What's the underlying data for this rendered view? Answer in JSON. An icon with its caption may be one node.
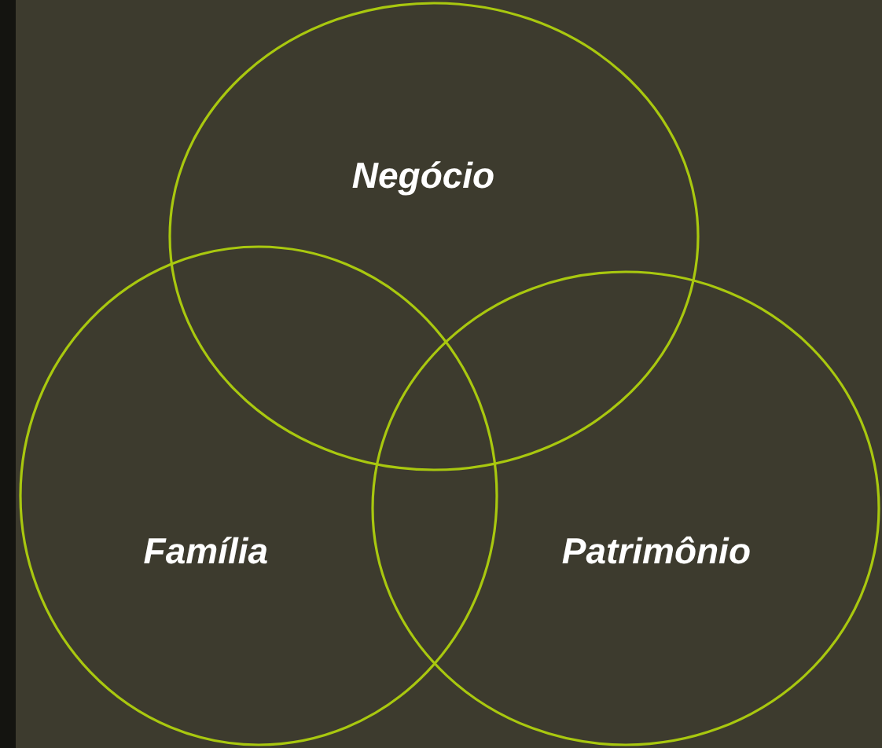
{
  "diagram": {
    "nodes": [
      {
        "text": [
          "Negócio"
        ]
      },
      {
        "text": [
          "Família"
        ]
      },
      {
        "text": [
          "Patrimônio"
        ]
      }
    ]
  }
}
